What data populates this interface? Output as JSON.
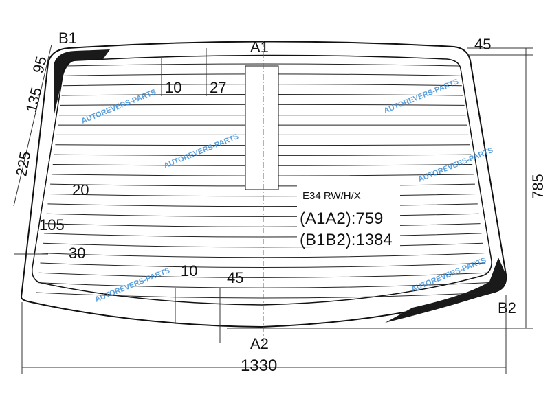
{
  "diagram": {
    "model_code": "E34 RW/H/X",
    "a1a2": "(A1A2):759",
    "b1b2": "(B1B2):1384",
    "points": {
      "a1": "A1",
      "a2": "A2",
      "b1": "B1",
      "b2": "B2"
    },
    "dimensions": {
      "width_total": "1330",
      "height_total": "785",
      "top_right": "45",
      "left_95": "95",
      "left_135": "135",
      "left_225": "225",
      "left_20": "20",
      "left_105": "105",
      "left_30": "30",
      "top_10": "10",
      "top_27": "27",
      "bottom_10": "10",
      "bottom_45": "45"
    },
    "watermark": "AUTOREVERS-PARTS",
    "heating_lines": 24,
    "colors": {
      "line": "#111111",
      "watermark": "#3d8fd6",
      "print": "#1a1a1a"
    }
  }
}
